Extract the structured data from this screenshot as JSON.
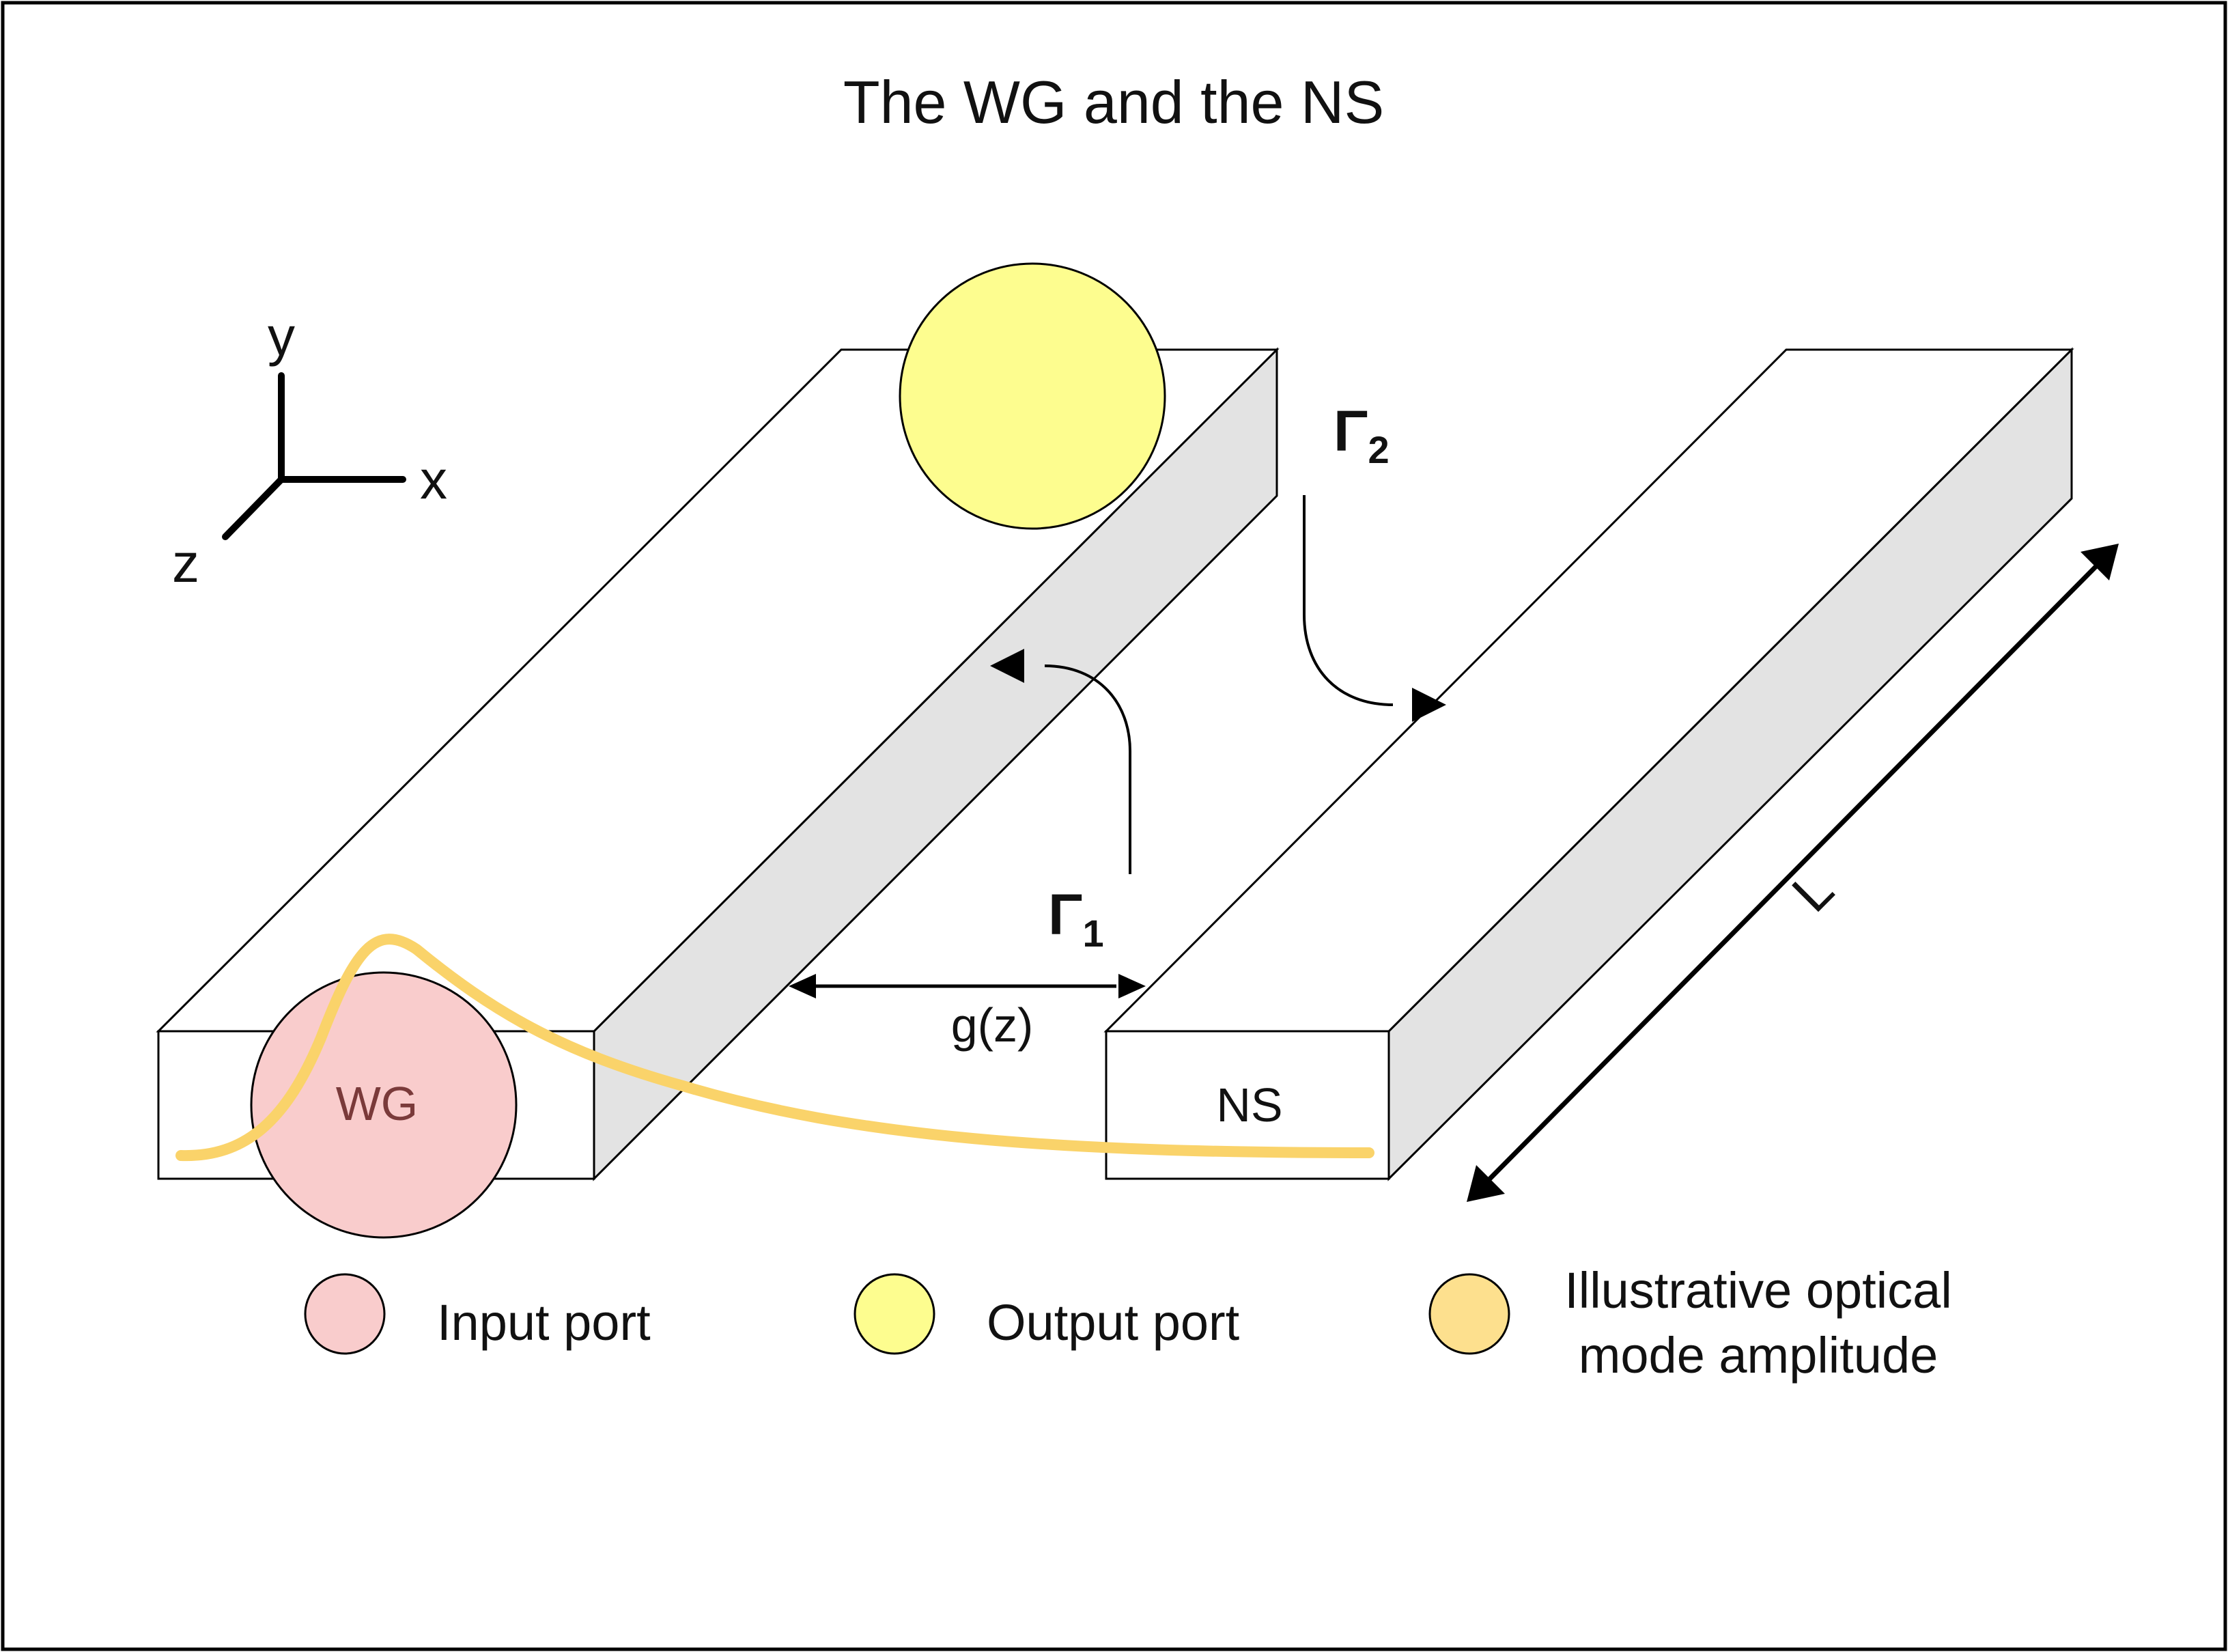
{
  "title": "The WG and the NS",
  "axes": {
    "x": "x",
    "y": "y",
    "z": "z"
  },
  "structures": {
    "waveguide": "WG",
    "nanostructure": "NS"
  },
  "annotations": {
    "gamma1_main": "Γ",
    "gamma1_sub": "1",
    "gamma2_main": "Γ",
    "gamma2_sub": "2",
    "gap": "g(z)",
    "length": "L"
  },
  "legend": {
    "input_port": "Input port",
    "output_port": "Output port",
    "mode_amplitude_line1": "Illustrative optical",
    "mode_amplitude_line2": "mode amplitude"
  },
  "colors": {
    "input_port": "#f9cccc",
    "output_port": "#fdfd8f",
    "mode_amplitude": "#fad36a",
    "mode_legend": "#fde08e",
    "side_face": "#e3e3e3"
  }
}
